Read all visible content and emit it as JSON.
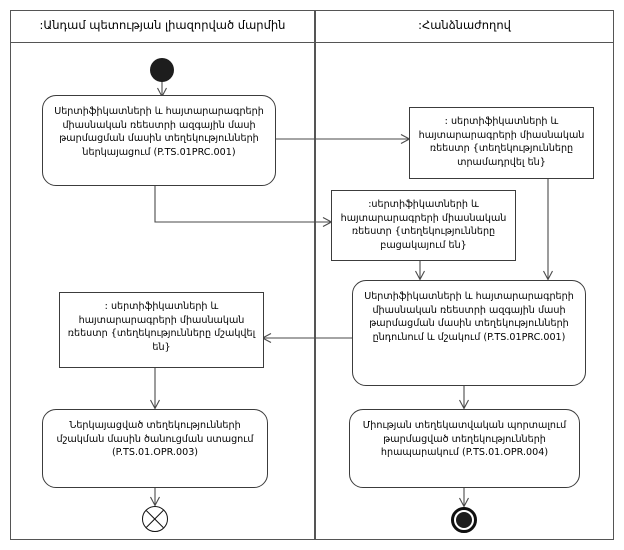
{
  "diagram": {
    "title": "Activity diagram",
    "type": "uml-activity-diagram",
    "line_color": "#4a4a4a",
    "node_border_color": "#3c3c3c",
    "fill_color": "#ffffff"
  },
  "lanes": [
    {
      "id": "lane-left",
      "label": ":Անդամ պետության լիազորված մարմին"
    },
    {
      "id": "lane-right",
      "label": ":Հանձնաժողով"
    }
  ],
  "nodes": {
    "start": {
      "kind": "initial-node",
      "label": ""
    },
    "action_submit": {
      "kind": "action",
      "text": "Սերտիֆիկատների և հայտարարագրերի\nմիասնական ռեեստրի ազգային մասի\nթարմացման մասին տեղեկությունների\nներկայացում (P.TS.01PRC.001)"
    },
    "object_transmitted": {
      "kind": "object",
      "text": ": սերտիֆիկատների և\nհայտարարագրերի միասնական\nռեեստր {տեղեկությունները\nտրամադրվել են}"
    },
    "object_missing": {
      "kind": "object",
      "text": ":սերտիֆիկատների և\nհայտարարագրերի միասնական\nռեեստր {տեղեկությունները\nբացակայում են}"
    },
    "action_receive_process": {
      "kind": "action",
      "text": "Սերտիֆիկատների և հայտարարագրերի\nմիասնական ռեեստրի ազգային մասի\nթարմացման մասին տեղեկությունների\nընդունում և մշակում (P.TS.01PRC.001)"
    },
    "object_processed": {
      "kind": "object",
      "text": ": սերտիֆիկատների և\nհայտարարագրերի միասնական\nռեեստր {տեղեկությունները մշակվել են}"
    },
    "action_notification": {
      "kind": "action",
      "text": "Ներկայացված տեղեկությունների\nմշակման մասին ծանուցման ստացում\n(P.TS.01.OPR.003)"
    },
    "action_integrated_resource": {
      "kind": "action",
      "text": "Միության տեղեկատվական պորտալում\nթարմացված տեղեկությունների\nհրապարակում (P.TS.01.OPR.004)"
    },
    "flow_final": {
      "kind": "flow-final-node",
      "label": ""
    },
    "end": {
      "kind": "activity-final-node",
      "label": ""
    }
  }
}
